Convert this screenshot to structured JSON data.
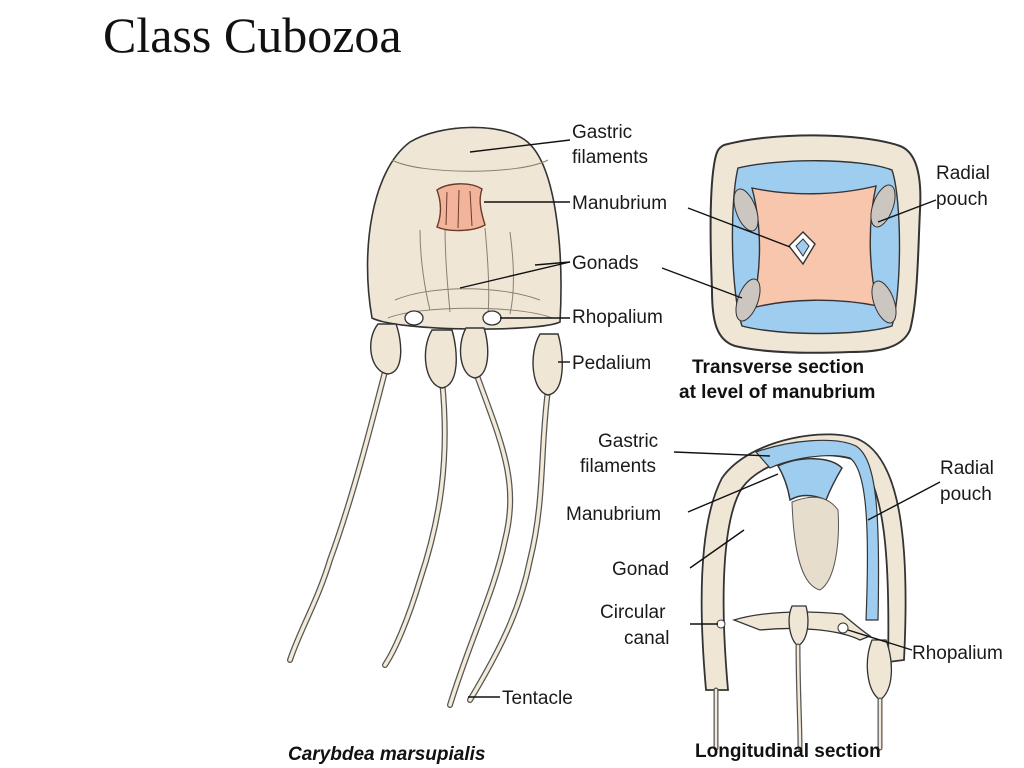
{
  "title": "Class Cubozoa",
  "figure": {
    "whole_animal": {
      "labels": {
        "gastric_filaments_1": "Gastric",
        "gastric_filaments_2": "filaments",
        "manubrium": "Manubrium",
        "gonads": "Gonads",
        "rhopalium": "Rhopalium",
        "pedalium": "Pedalium",
        "tentacle": "Tentacle"
      },
      "caption": "Carybdea marsupialis"
    },
    "transverse_section": {
      "labels": {
        "radial_pouch_1": "Radial",
        "radial_pouch_2": "pouch"
      },
      "caption_1": "Transverse section",
      "caption_2": "at level of manubrium"
    },
    "longitudinal_section": {
      "labels": {
        "gastric_filaments_1": "Gastric",
        "gastric_filaments_2": "filaments",
        "manubrium": "Manubrium",
        "gonad": "Gonad",
        "circular_canal_1": "Circular",
        "circular_canal_2": "canal",
        "radial_pouch_1": "Radial",
        "radial_pouch_2": "pouch",
        "rhopalium": "Rhopalium"
      },
      "caption": "Longitudinal section"
    },
    "colors": {
      "body": "#efe6d6",
      "manubrium": "#f2b59c",
      "pouch": "#9fcdf0",
      "outline": "#333333"
    }
  }
}
